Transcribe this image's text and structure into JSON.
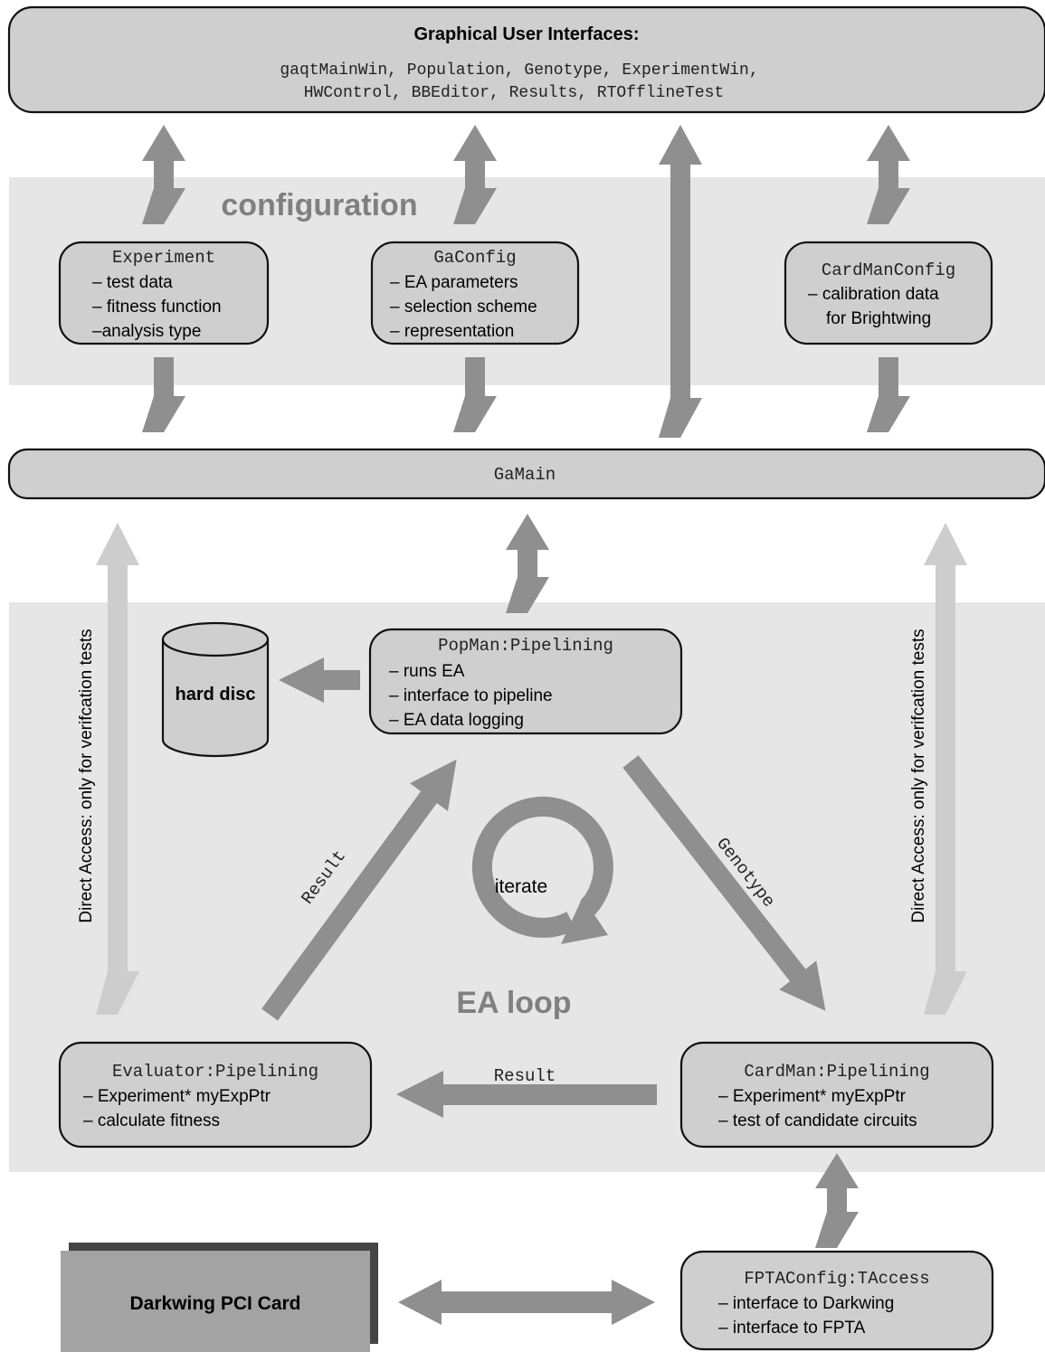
{
  "colors": {
    "page": "#ffffff",
    "region": "#e6e6e6",
    "box": "#cfcfcf",
    "arrow": "#8f8f8f",
    "arrow_light": "#cdcdcd",
    "region_label": "#808080",
    "outline": "#111111"
  },
  "gui": {
    "title": "Graphical User Interfaces:",
    "line1": "gaqtMainWin, Population, Genotype, ExperimentWin,",
    "line2": "HWControl, BBEditor, Results, RTOfflineTest"
  },
  "configuration": {
    "label": "configuration",
    "experiment": {
      "name": "Experiment",
      "items": [
        "– test data",
        "– fitness function",
        "–analysis type"
      ]
    },
    "gaconfig": {
      "name": "GaConfig",
      "items": [
        "– EA parameters",
        "– selection scheme",
        "– representation"
      ]
    },
    "cardmanconfig": {
      "name": "CardManConfig",
      "items": [
        "– calibration data",
        "for Brightwing"
      ]
    }
  },
  "gamain": {
    "name": "GaMain"
  },
  "ea_loop": {
    "label": "EA loop",
    "iterate": "iterate",
    "popman": {
      "name": "PopMan:Pipelining",
      "items": [
        "– runs EA",
        "– interface to pipeline",
        "– EA data logging"
      ]
    },
    "evaluator": {
      "name": "Evaluator:Pipelining",
      "items": [
        "– Experiment* myExpPtr",
        "– calculate fitness"
      ]
    },
    "cardman": {
      "name": "CardMan:Pipelining",
      "items": [
        "– Experiment* myExpPtr",
        "– test of candidate circuits"
      ]
    },
    "hard_disc": "hard disc",
    "arrow_result_up": "Result",
    "arrow_genotype": "Genotype",
    "arrow_result_left": "Result"
  },
  "direct_access": {
    "left": "Direct Access: only for verifcation tests",
    "right": "Direct Access: only for verifcation tests"
  },
  "fptaconfig": {
    "name": "FPTAConfig:TAccess",
    "items": [
      "– interface to Darkwing",
      "– interface to FPTA"
    ]
  },
  "darkwing": {
    "label": "Darkwing PCI Card"
  }
}
